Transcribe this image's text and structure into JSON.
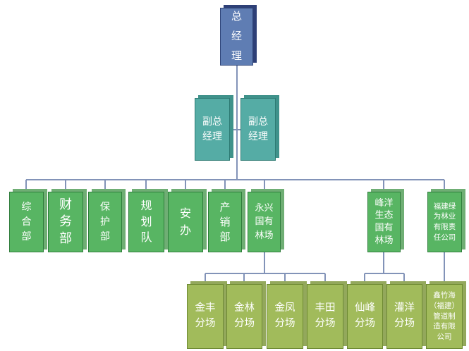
{
  "colors": {
    "background": "#ffffff",
    "connector": "#8293b8",
    "text": "#ffffff",
    "level1_fill": "#5f7db3",
    "level1_shadow": "#2e4077",
    "level2_fill": "#55aca5",
    "level2_shadow": "#3f928b",
    "level3_fill": "#58b563",
    "level3_shadow": "#2f7d3b",
    "level4_fill": "#a1bb5b",
    "level4_shadow": "#6e8a33"
  },
  "chart": {
    "root": {
      "label": "总\n经\n理"
    },
    "deputies": [
      {
        "label": "副总\n经理"
      },
      {
        "label": "副总\n经理"
      }
    ],
    "departments": [
      {
        "label": "综\n合\n部"
      },
      {
        "label": "财\n务\n部"
      },
      {
        "label": "保\n护\n部"
      },
      {
        "label": "规\n划\n队"
      },
      {
        "label": "安\n办"
      },
      {
        "label": "产\n销\n部"
      },
      {
        "label": "永兴\n国有\n林场"
      },
      {
        "label": "峰洋\n生态\n国有\n林场"
      },
      {
        "label": "福建绿\n为林业\n有限责\n任公司"
      }
    ],
    "yongxing_children": [
      {
        "label": "金丰\n分场"
      },
      {
        "label": "金林\n分场"
      },
      {
        "label": "金凤\n分场"
      },
      {
        "label": "丰田\n分场"
      }
    ],
    "fengyang_children": [
      {
        "label": "仙峰\n分场"
      },
      {
        "label": "灌洋\n分场"
      }
    ],
    "fujian_luwei_children": [
      {
        "label": "鑫竹海\n（福建）\n管道制\n造有限\n公司"
      }
    ]
  }
}
